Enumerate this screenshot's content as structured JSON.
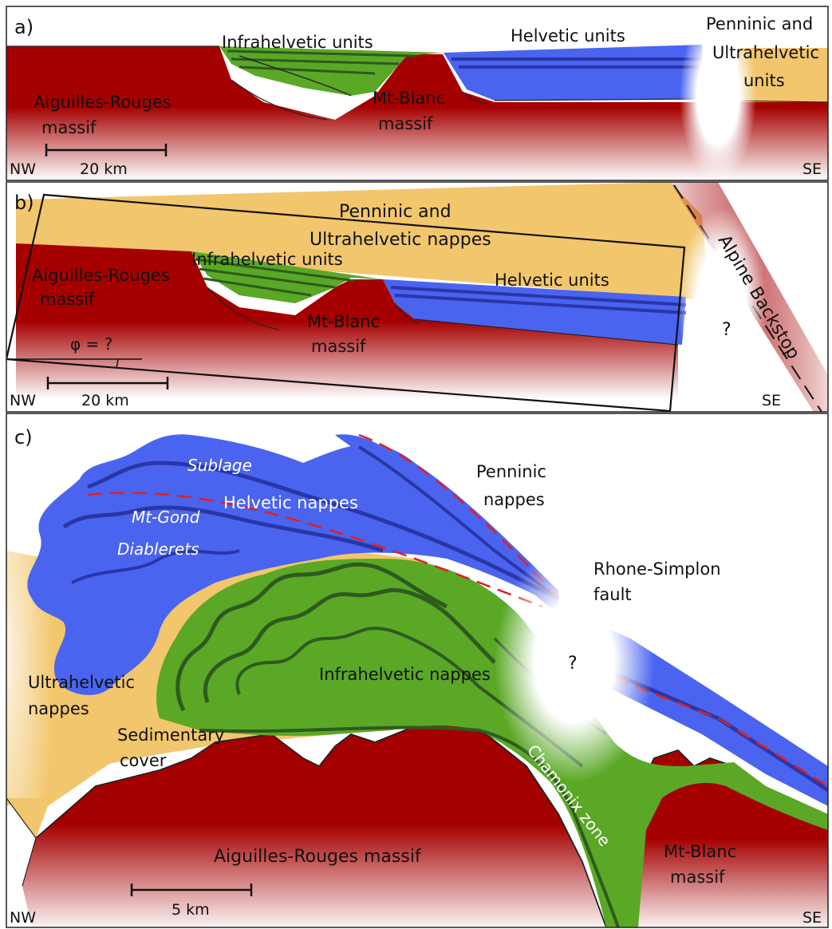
{
  "colors": {
    "massif": "#a50000",
    "infrahelvetic": "#5aa826",
    "infrahelvetic_dark": "#2f5a1f",
    "helvetic": "#4a64f0",
    "helvetic_dark": "#2a36a8",
    "penninic": "#f2c66d",
    "fault": "#e02020"
  },
  "panel_a": {
    "letter": "a)",
    "labels": {
      "infrahelvetic": "Infrahelvetic units",
      "helvetic": "Helvetic units",
      "penninic_1": "Penninic and",
      "penninic_2": "Ultrahelvetic",
      "penninic_3": "units",
      "aiguilles_1": "Aiguilles-Rouges",
      "aiguilles_2": "massif",
      "mtblanc_1": "Mt-Blanc",
      "mtblanc_2": "massif"
    },
    "scale": "20 km",
    "nw": "NW",
    "se": "SE"
  },
  "panel_b": {
    "letter": "b)",
    "labels": {
      "penninic_1": "Penninic and",
      "penninic_2": "Ultrahelvetic nappes",
      "infrahelvetic": "Infrahelvetic units",
      "helvetic": "Helvetic units",
      "aiguilles_1": "Aiguilles-Rouges",
      "aiguilles_2": "massif",
      "mtblanc_1": "Mt-Blanc",
      "mtblanc_2": "massif",
      "backstop": "Alpine Backstop",
      "question": "?",
      "phi": "φ = ?"
    },
    "scale": "20 km",
    "nw": "NW",
    "se": "SE"
  },
  "panel_c": {
    "letter": "c)",
    "labels": {
      "sublage": "Sublage",
      "helvetic": "Helvetic nappes",
      "mtgond": "Mt-Gond",
      "diablerets": "Diablerets",
      "penninic_1": "Penninic",
      "penninic_2": "nappes",
      "rhone_1": "Rhone-Simplon",
      "rhone_2": "fault",
      "question": "?",
      "infrahelvetic": "Infrahelvetic nappes",
      "ultrahelvetic_1": "Ultrahelvetic",
      "ultrahelvetic_2": "nappes",
      "sedimentary_1": "Sedimentary",
      "sedimentary_2": "cover",
      "chamonix": "Chamonix zone",
      "aiguilles": "Aiguilles-Rouges massif",
      "mtblanc_1": "Mt-Blanc",
      "mtblanc_2": "massif"
    },
    "scale": "5 km",
    "nw": "NW",
    "se": "SE"
  }
}
